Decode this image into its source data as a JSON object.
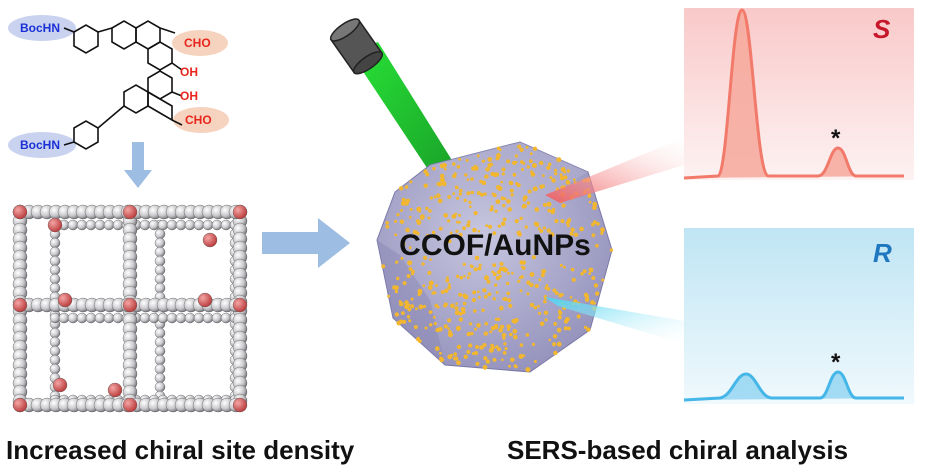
{
  "molecule": {
    "group_top": "BocHN",
    "group_bottom": "BocHN",
    "aldehyde_top": "CHO",
    "aldehyde_bottom": "CHO",
    "hydroxyl_top": "OH",
    "hydroxyl_bottom": "OH"
  },
  "particle": {
    "label": "CCOF/AuNPs"
  },
  "spectra": {
    "s": {
      "label": "S",
      "marker": "*"
    },
    "r": {
      "label": "R",
      "marker": "*"
    }
  },
  "captions": {
    "left": "Increased chiral site density",
    "right": "SERS-based chiral analysis"
  },
  "colors": {
    "boc": "#1a2fd6",
    "aldehyde": "#e8261c",
    "highlight_blue": "#c9d3ef",
    "highlight_orange": "#f6d3bf",
    "arrow": "#9dbde2",
    "laser": "#22c72a",
    "particle": "#9e9cc3",
    "gold": "#f2b72e",
    "s_panel": "#fbdada",
    "s_peak": "#f27a6a",
    "s_label": "#c8172a",
    "r_panel": "#d3eef8",
    "r_peak": "#45b6e8",
    "r_label": "#1f78bf"
  }
}
